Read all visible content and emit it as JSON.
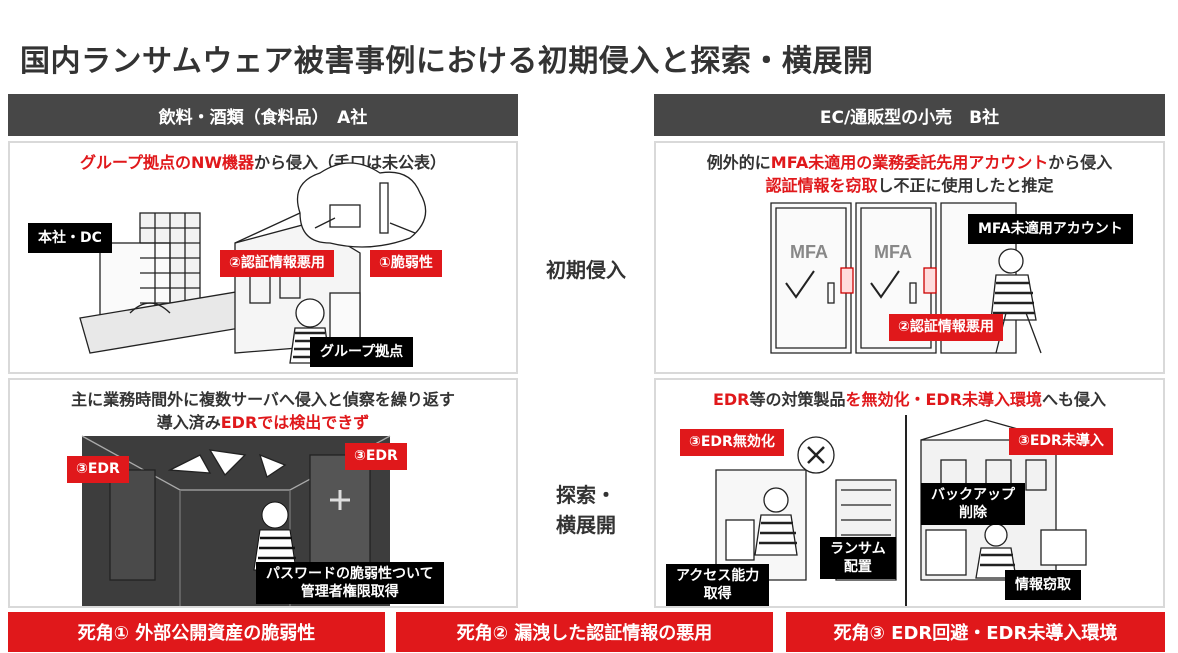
{
  "title": "国内ランサムウェア被害事例における初期侵入と探索・横展開",
  "headers": {
    "left": "飲料・酒類（食料品）　A社",
    "right": "EC/通販型の小売　B社"
  },
  "row_labels": {
    "initial": "初期侵入",
    "explore_line1": "探索・",
    "explore_line2": "横展開"
  },
  "panel_a1": {
    "red_text": "グループ拠点のNW機器",
    "rest_text": "から侵入（手口は未公表）",
    "labels": {
      "hq": "本社・DC",
      "group_site": "グループ拠点",
      "cred": "②認証情報悪用",
      "vuln": "①脆弱性"
    }
  },
  "panel_b1": {
    "line1_pre": "例外的に",
    "line1_red": "MFA未適用の業務委託先用アカウント",
    "line1_post": "から侵入",
    "line2_red": "認証情報を窃取",
    "line2_post": "し不正に使用したと推定",
    "labels": {
      "mfa_account": "MFA未適用アカウント",
      "cred": "②認証情報悪用"
    },
    "door_text": "MFA"
  },
  "panel_a2": {
    "line1": "主に業務時間外に複数サーバへ侵入と偵察を繰り返す",
    "line2_pre": "導入済み",
    "line2_red": "EDRでは検出できず",
    "labels": {
      "edr_left": "③EDR",
      "edr_right": "③EDR",
      "admin_line1": "パスワードの脆弱性ついて",
      "admin_line2": "管理者権限取得"
    }
  },
  "panel_b2": {
    "red1": "EDR",
    "mid1": "等の対策製品",
    "red2": "を無効化・EDR未導入環境",
    "post": "へも侵入",
    "labels": {
      "edr_disabled": "③EDR無効化",
      "edr_missing": "③EDR未導入",
      "backup_line1": "バックアップ",
      "backup_line2": "削除",
      "access_line1": "アクセス能力",
      "access_line2": "取得",
      "ransom_line1": "ランサム",
      "ransom_line2": "配置",
      "exfil": "情報窃取"
    }
  },
  "bottom": {
    "b1": "死角① 外部公開資産の脆弱性",
    "b2": "死角② 漏洩した認証情報の悪用",
    "b3": "死角③ EDR回避・EDR未導入環境"
  }
}
